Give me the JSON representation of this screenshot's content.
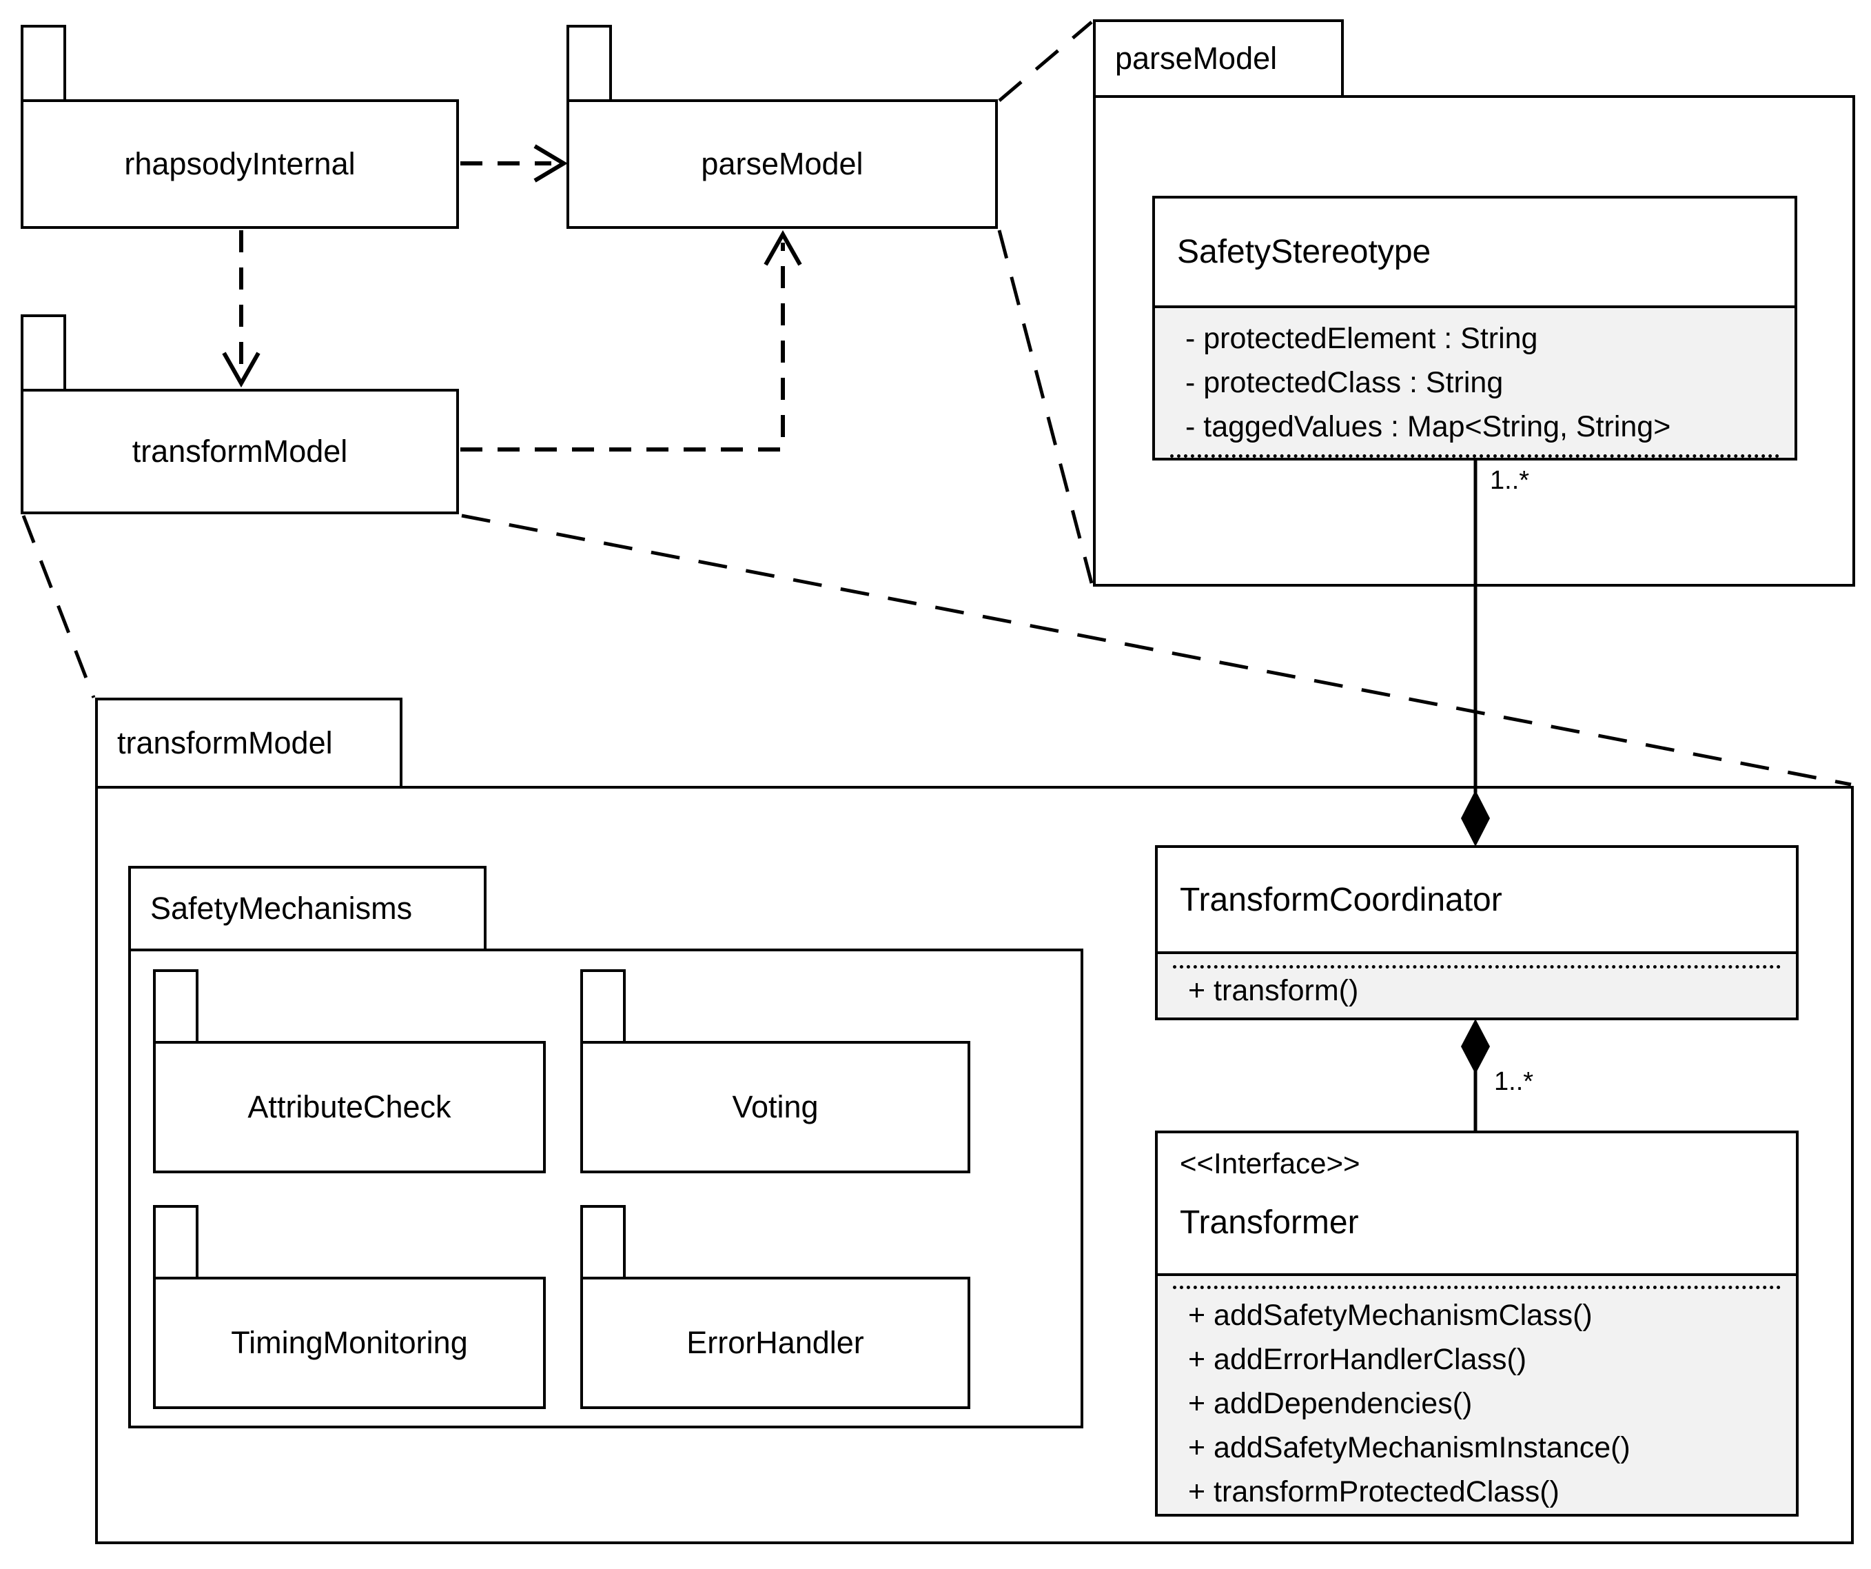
{
  "packages": {
    "rhapsodyInternal": {
      "label": "rhapsodyInternal"
    },
    "parseModelSmall": {
      "label": "parseModel"
    },
    "transformModelSmall": {
      "label": "transformModel"
    },
    "parseModelLarge": {
      "label": "parseModel"
    },
    "transformModelLarge": {
      "label": "transformModel"
    },
    "safetyMechanisms": {
      "label": "SafetyMechanisms"
    },
    "attributeCheck": {
      "label": "AttributeCheck"
    },
    "voting": {
      "label": "Voting"
    },
    "timingMonitoring": {
      "label": "TimingMonitoring"
    },
    "errorHandler": {
      "label": "ErrorHandler"
    }
  },
  "classes": {
    "safetyStereotype": {
      "name": "SafetyStereotype",
      "attributes": [
        "- protectedElement : String",
        "- protectedClass : String",
        "- taggedValues : Map<String, String>"
      ]
    },
    "transformCoordinator": {
      "name": "TransformCoordinator",
      "operations": [
        "+ transform()"
      ]
    },
    "transformer": {
      "stereotype": "<<Interface>>",
      "name": "Transformer",
      "operations": [
        "+ addSafetyMechanismClass()",
        "+ addErrorHandlerClass()",
        "+ addDependencies()",
        "+ addSafetyMechanismInstance()",
        "+ transformProtectedClass()"
      ]
    }
  },
  "relations": {
    "stereotype_to_coordinator_multiplicity": "1..*",
    "coordinator_to_transformer_multiplicity": "1..*"
  },
  "colors": {
    "line": "#000000",
    "compartment_bg": "#f2f2f2",
    "background": "#ffffff"
  }
}
